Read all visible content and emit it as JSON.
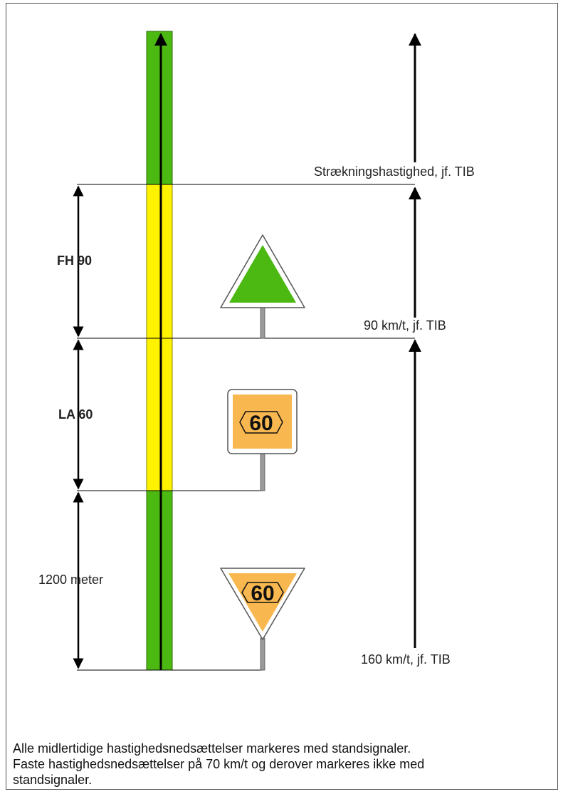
{
  "labels": {
    "line_speed": "Strækningshastighed, jf. TIB",
    "speed_90": "90 km/t, jf. TIB",
    "speed_160": "160 km/t, jf. TIB",
    "fh": "FH 90",
    "la": "LA 60",
    "distance": "1200 meter"
  },
  "signs": {
    "speed_sign_value": "60",
    "warning_sign_value": "60"
  },
  "colors": {
    "track_green": "#4CB812",
    "track_yellow": "#FFF200",
    "sign_green": "#4CB812",
    "sign_orange": "#F9B84F",
    "line": "#000000",
    "pole": "#9a9a9a"
  },
  "caption": {
    "line1": "Alle midlertidige hastighedsnedsættelser markeres med standsignaler.",
    "line2": "Faste hastighedsnedsættelser på 70 km/t og derover markeres ikke med",
    "line3": "standsignaler."
  }
}
